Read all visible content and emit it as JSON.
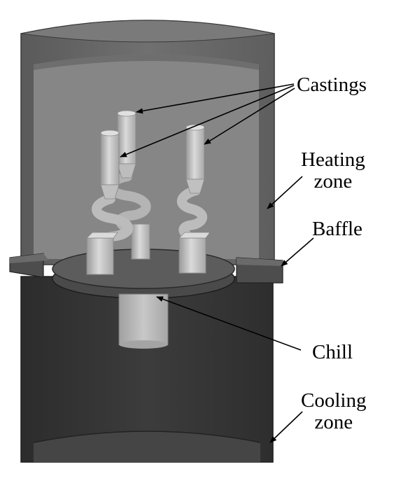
{
  "labels": {
    "castings": "Castings",
    "heating_zone_line1": "Heating",
    "heating_zone_line2": "zone",
    "baffle": "Baffle",
    "chill": "Chill",
    "cooling_zone_line1": "Cooling",
    "cooling_zone_line2": "zone"
  },
  "colors": {
    "furnace_wall": "#6b6b6b",
    "furnace_interior": "#828282",
    "cooling_zone": "#363636",
    "baffle": "#555555",
    "chill_plate": "#5c5c5c",
    "casting": "#c8c8c8",
    "chill_rod": "#b8b8b8",
    "arrow": "#000000"
  }
}
